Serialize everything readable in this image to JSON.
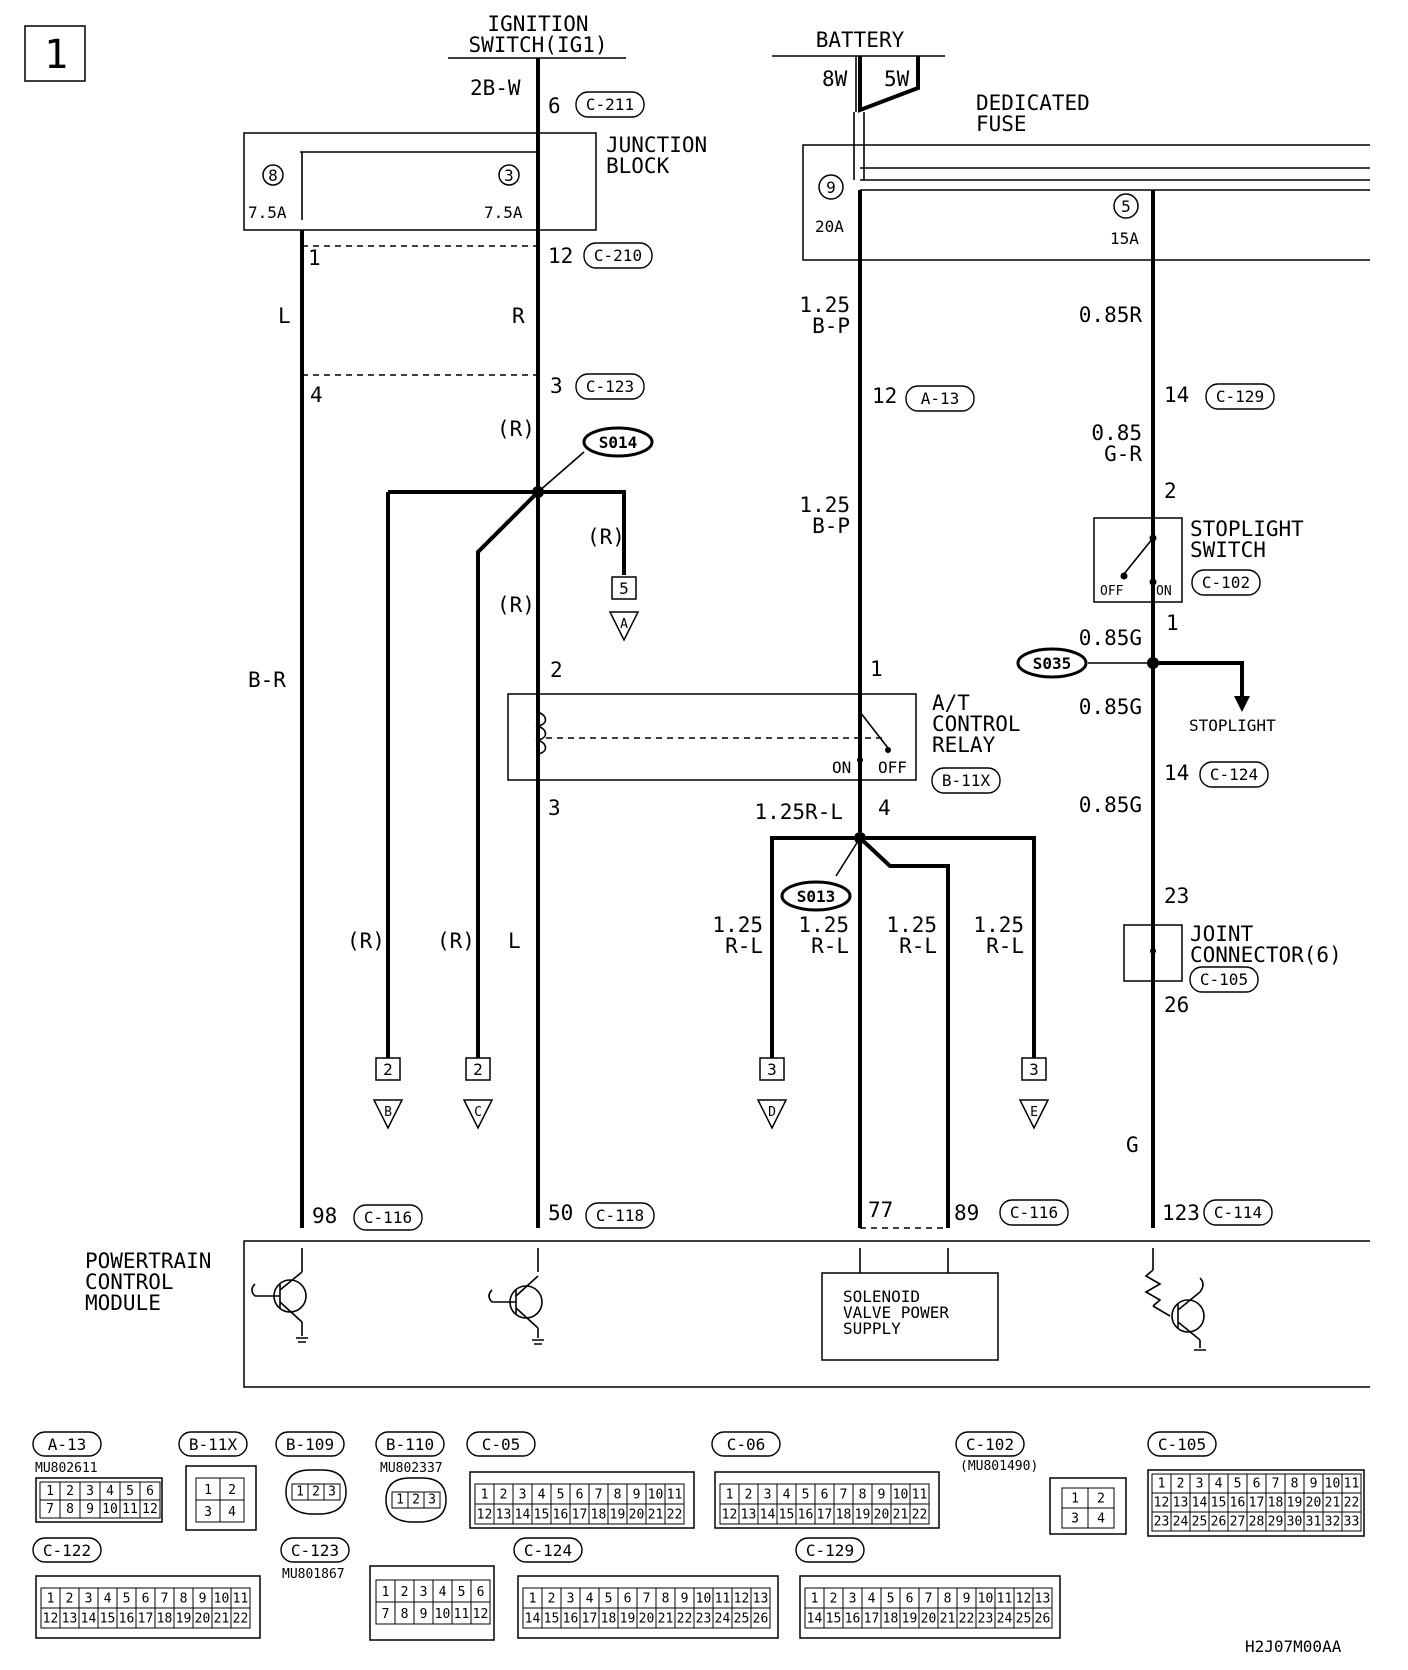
{
  "diagram": {
    "page_number": "1",
    "drawing_code": "H2J07M00AA",
    "sources": {
      "ignition_switch": "IGNITION\nSWITCH(IG1)",
      "battery": "BATTERY",
      "battery_wire_a": "8W",
      "battery_wire_b": "5W",
      "dedicated_fuse": "DEDICATED\nFUSE"
    },
    "components": {
      "junction_block": "JUNCTION\nBLOCK",
      "at_control_relay": "A/T\nCONTROL\nRELAY",
      "stoplight_switch": "STOPLIGHT\nSWITCH",
      "joint_connector": "JOINT\nCONNECTOR(6)",
      "pcm": "POWERTRAIN\nCONTROL\nMODULE",
      "solenoid_supply": "SOLENOID\nVALVE POWER\nSUPPLY",
      "stoplight_out": "STOPLIGHT",
      "relay_on": "ON",
      "relay_off": "OFF",
      "switch_off": "OFF",
      "switch_on": "ON"
    },
    "fuses": {
      "jb_fuse_8": "8",
      "jb_fuse_8_rating": "7.5A",
      "jb_fuse_3": "3",
      "jb_fuse_3_rating": "7.5A",
      "df_fuse_9": "9",
      "df_fuse_9_rating": "20A",
      "df_fuse_5": "5",
      "df_fuse_5_rating": "15A"
    },
    "connectors": {
      "c211": "C-211",
      "c210": "C-210",
      "c123": "C-123",
      "a13": "A-13",
      "c129": "C-129",
      "c102": "C-102",
      "b11x": "B-11X",
      "c124": "C-124",
      "c105": "C-105",
      "c116a": "C-116",
      "c118": "C-118",
      "c116b": "C-116",
      "c114": "C-114"
    },
    "pins": {
      "ig_6": "6",
      "jb_1": "1",
      "jb_12": "12",
      "c123_4": "4",
      "c123_3": "3",
      "a13_12": "12",
      "c129_14": "14",
      "sw_2": "2",
      "sw_1": "1",
      "relay_2": "2",
      "relay_3": "3",
      "relay_1": "1",
      "relay_4": "4",
      "c124_14": "14",
      "jc_23": "23",
      "jc_26": "26",
      "pcm_98": "98",
      "pcm_50": "50",
      "pcm_77": "77",
      "pcm_89": "89",
      "pcm_123": "123"
    },
    "wires": {
      "ig_wire": "2B-W",
      "l_left": "L",
      "r_jb": "R",
      "br": "B-R",
      "r_paren_1": "(R)",
      "r_paren_2": "(R)",
      "r_paren_3": "(R)",
      "r_paren_4": "(R)",
      "r_paren_5": "(R)",
      "l_relay": "L",
      "bp_1": "1.25\nB-P",
      "bp_2": "1.25\nB-P",
      "r085": "0.85R",
      "gr085": "0.85\nG-R",
      "g085_1": "0.85G",
      "g085_2": "0.85G",
      "g085_3": "0.85G",
      "g_bottom": "G",
      "rl_main": "1.25R-L",
      "rl_1": "1.25\nR-L",
      "rl_2": "1.25\nR-L",
      "rl_3": "1.25\nR-L",
      "rl_4": "1.25\nR-L"
    },
    "splices": {
      "s014": "S014",
      "s013": "S013",
      "s035": "S035"
    },
    "offpage": [
      {
        "pin": "5",
        "letter": "A"
      },
      {
        "pin": "2",
        "letter": "B"
      },
      {
        "pin": "2",
        "letter": "C"
      },
      {
        "pin": "3",
        "letter": "D"
      },
      {
        "pin": "3",
        "letter": "E"
      }
    ],
    "legend": {
      "a13": {
        "id": "A-13",
        "part": "MU802611"
      },
      "b11x": {
        "id": "B-11X"
      },
      "b109": {
        "id": "B-109"
      },
      "b110": {
        "id": "B-110",
        "part": "MU802337"
      },
      "c05": {
        "id": "C-05"
      },
      "c06": {
        "id": "C-06"
      },
      "c102": {
        "id": "C-102",
        "part": "(MU801490)"
      },
      "c105": {
        "id": "C-105"
      },
      "c122": {
        "id": "C-122"
      },
      "c123": {
        "id": "C-123",
        "part": "MU801867"
      },
      "c124": {
        "id": "C-124"
      },
      "c129": {
        "id": "C-129"
      }
    }
  }
}
